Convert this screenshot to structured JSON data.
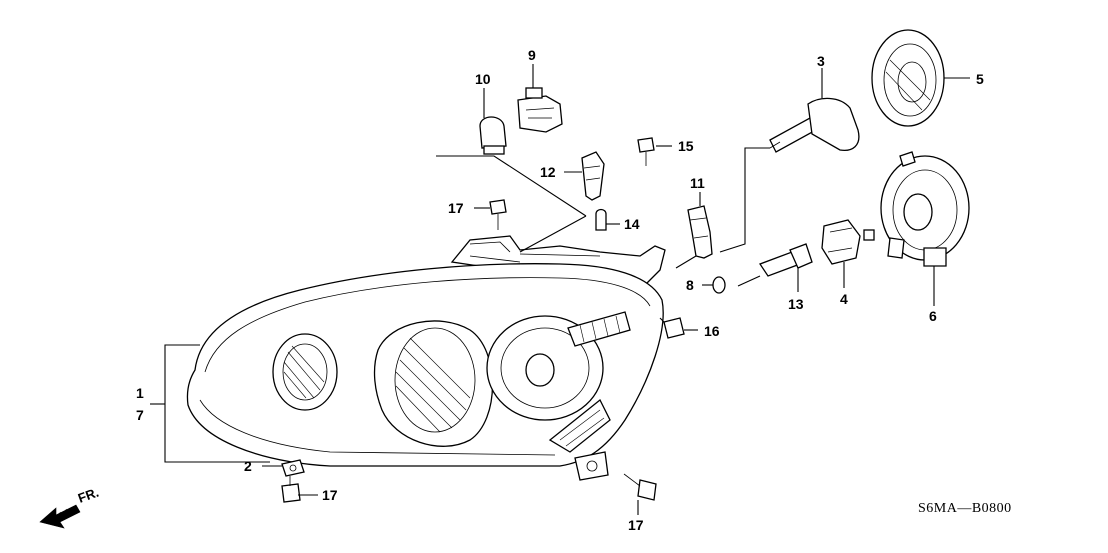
{
  "callouts": [
    {
      "id": "1",
      "label": "1"
    },
    {
      "id": "2",
      "label": "2"
    },
    {
      "id": "3",
      "label": "3"
    },
    {
      "id": "4",
      "label": "4"
    },
    {
      "id": "5",
      "label": "5"
    },
    {
      "id": "6",
      "label": "6"
    },
    {
      "id": "7",
      "label": "7"
    },
    {
      "id": "8",
      "label": "8"
    },
    {
      "id": "9",
      "label": "9"
    },
    {
      "id": "10",
      "label": "10"
    },
    {
      "id": "11",
      "label": "11"
    },
    {
      "id": "12",
      "label": "12"
    },
    {
      "id": "13",
      "label": "13"
    },
    {
      "id": "14",
      "label": "14"
    },
    {
      "id": "15",
      "label": "15"
    },
    {
      "id": "16",
      "label": "16"
    },
    {
      "id": "17a",
      "label": "17"
    },
    {
      "id": "17b",
      "label": "17"
    },
    {
      "id": "17c",
      "label": "17"
    }
  ],
  "direction_label": "FR.",
  "diagram_code": "S6MA—B0800"
}
